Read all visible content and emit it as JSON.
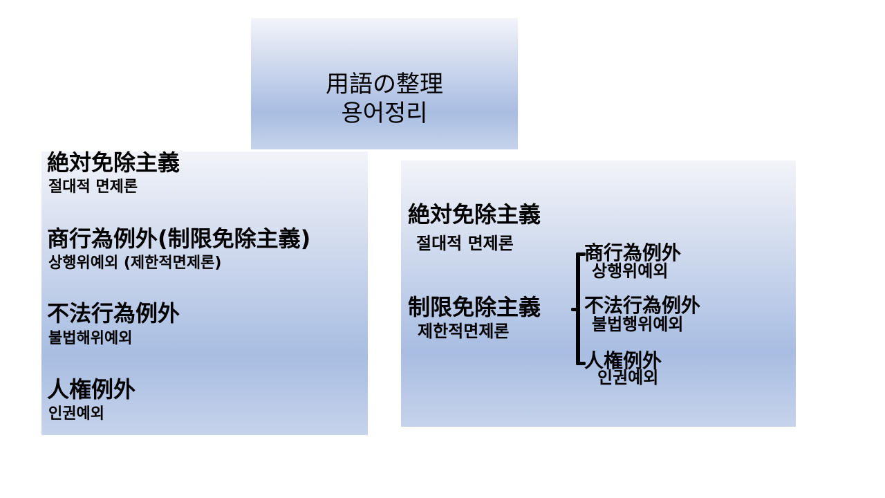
{
  "title": {
    "japanese": "用語の整理",
    "korean": "용어정리"
  },
  "left_list": {
    "items": [
      {
        "jp": "絶対免除主義",
        "ko": "절대적 면제론"
      },
      {
        "jp": "商行為例外(制限免除主義)",
        "ko": "상행위예외 (제한적면제론)"
      },
      {
        "jp": "不法行為例外",
        "ko": "불법해위예외"
      },
      {
        "jp": "人権例外",
        "ko": "인권예외"
      }
    ]
  },
  "right_diagram": {
    "absolute": {
      "jp": "絶対免除主義",
      "ko": "절대적 면제론"
    },
    "restrictive": {
      "jp": "制限免除主義",
      "ko": "제한적면제론"
    },
    "exceptions": [
      {
        "jp": "商行為例外",
        "ko": "상행위예외"
      },
      {
        "jp": "不法行為例外",
        "ko": "불법행위예외"
      },
      {
        "jp": "人権例外",
        "ko": "인권예외"
      }
    ]
  },
  "colors": {
    "box_gradient_top": "#f2f4f9",
    "box_gradient_mid": "#a8bde2",
    "text": "#000000"
  }
}
